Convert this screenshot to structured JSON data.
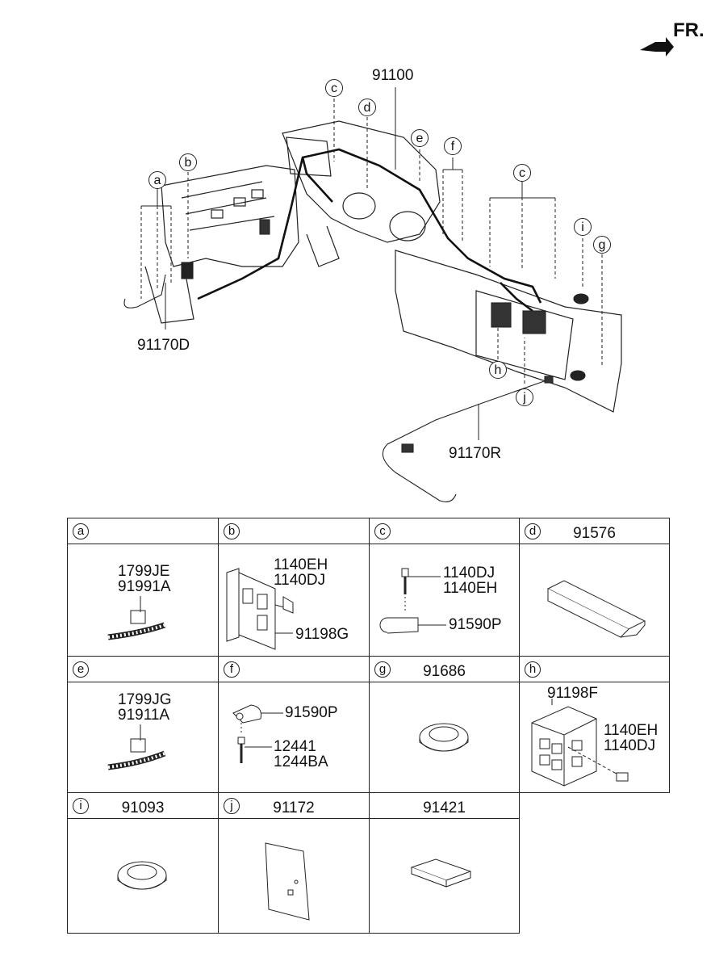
{
  "orientation_label": "FR.",
  "top_labels": {
    "harness_main": "91100",
    "harness_left": "91170D",
    "harness_right": "91170R"
  },
  "callouts": [
    "a",
    "b",
    "c",
    "d",
    "e",
    "f",
    "c",
    "i",
    "g",
    "h",
    "j"
  ],
  "cells": [
    {
      "letter": "a",
      "header_part": "",
      "parts": [
        "1799JE",
        "91991A"
      ]
    },
    {
      "letter": "b",
      "header_part": "",
      "parts": [
        "1140EH",
        "1140DJ",
        "91198G"
      ]
    },
    {
      "letter": "c",
      "header_part": "",
      "parts": [
        "1140DJ",
        "1140EH",
        "91590P"
      ]
    },
    {
      "letter": "d",
      "header_part": "91576",
      "parts": []
    },
    {
      "letter": "e",
      "header_part": "",
      "parts": [
        "1799JG",
        "91911A"
      ]
    },
    {
      "letter": "f",
      "header_part": "",
      "parts": [
        "91590P",
        "12441",
        "1244BA"
      ]
    },
    {
      "letter": "g",
      "header_part": "91686",
      "parts": []
    },
    {
      "letter": "h",
      "header_part": "",
      "parts": [
        "91198F",
        "1140EH",
        "1140DJ"
      ]
    },
    {
      "letter": "i",
      "header_part": "91093",
      "parts": []
    },
    {
      "letter": "j",
      "header_part": "91172",
      "parts": []
    },
    {
      "letter": "",
      "header_part": "91421",
      "parts": []
    }
  ],
  "icons": [
    "arrow-icon",
    "cable-tie-icon",
    "bracket-icon",
    "bolt-icon",
    "clip-icon",
    "protector-icon",
    "grommet-icon",
    "relay-box-icon",
    "pad-icon",
    "tape-icon"
  ]
}
